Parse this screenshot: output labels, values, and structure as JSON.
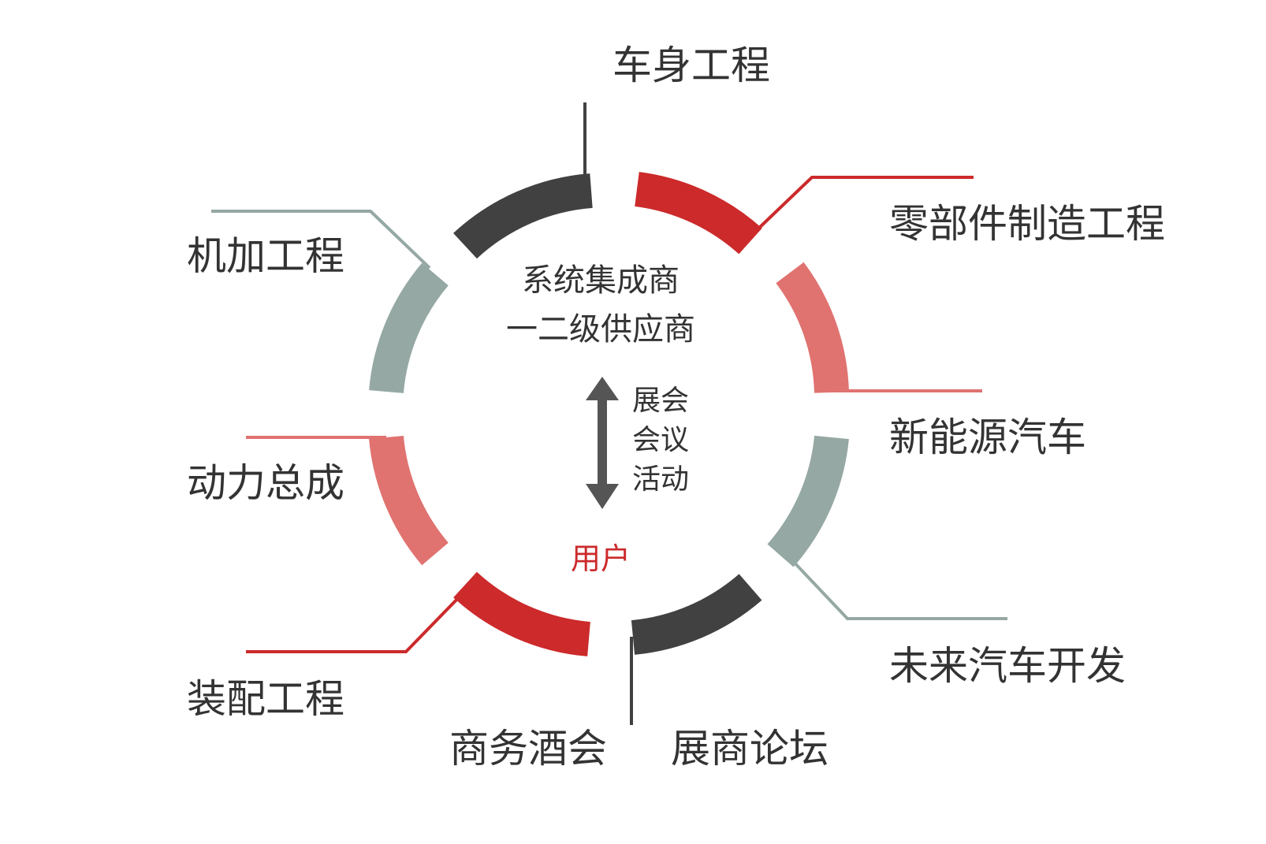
{
  "colors": {
    "red": "#cc2a2b",
    "pink": "#e07270",
    "gray": "#95a8a4",
    "dark": "#414141"
  },
  "center": {
    "line1": "系统集成商",
    "line2": "一二级供应商",
    "arrow_lines": [
      "展会",
      "会议",
      "活动"
    ],
    "user": "用户"
  },
  "segments": [
    {
      "label": "车身工程",
      "color": "dark"
    },
    {
      "label": "零部件制造工程",
      "color": "red"
    },
    {
      "label": "新能源汽车",
      "color": "pink"
    },
    {
      "label": "未来汽车开发",
      "color": "gray"
    },
    {
      "label": "展商论坛",
      "color": "dark"
    },
    {
      "label": "商务酒会",
      "color": "red"
    },
    {
      "label": "装配工程",
      "color": "red"
    },
    {
      "label": "动力总成",
      "color": "pink"
    },
    {
      "label": "机加工程",
      "color": "gray"
    }
  ]
}
